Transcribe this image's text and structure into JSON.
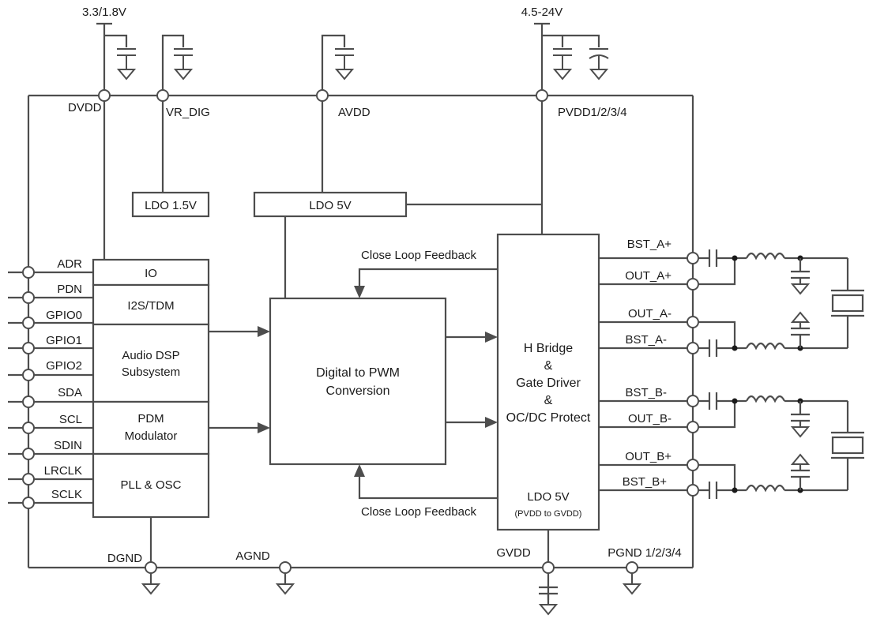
{
  "supplies": {
    "logic": "3.3/1.8V",
    "power": "4.5-24V"
  },
  "rails": {
    "dvdd": "DVDD",
    "vr_dig": "VR_DIG",
    "avdd": "AVDD",
    "pvdd": "PVDD1/2/3/4"
  },
  "blocks": {
    "ldo_1v5": "LDO 1.5V",
    "ldo_5v_top": "LDO 5V",
    "io": "IO",
    "i2s_tdm": "I2S/TDM",
    "audio_dsp": [
      "Audio DSP",
      "Subsystem"
    ],
    "pdm": [
      "PDM",
      "Modulator"
    ],
    "pll": "PLL & OSC",
    "pwm": [
      "Digital to PWM",
      "Conversion"
    ],
    "hbridge": [
      "H Bridge",
      "&",
      "Gate Driver",
      "&",
      "OC/DC Protect"
    ],
    "ldo_5v_bottom": "LDO 5V",
    "ldo_5v_bottom_note": "(PVDD to GVDD)"
  },
  "feedback": {
    "top": "Close Loop Feedback",
    "bottom": "Close Loop Feedback"
  },
  "left_pins": [
    "ADR",
    "PDN",
    "GPIO0",
    "GPIO1",
    "GPIO2",
    "SDA",
    "SCL",
    "SDIN",
    "LRCLK",
    "SCLK"
  ],
  "right_pins": [
    "BST_A+",
    "OUT_A+",
    "OUT_A-",
    "BST_A-",
    "BST_B-",
    "OUT_B-",
    "OUT_B+",
    "BST_B+"
  ],
  "grounds": {
    "dgnd": "DGND",
    "agnd": "AGND",
    "gvdd": "GVDD",
    "pgnd": "PGND 1/2/3/4"
  }
}
